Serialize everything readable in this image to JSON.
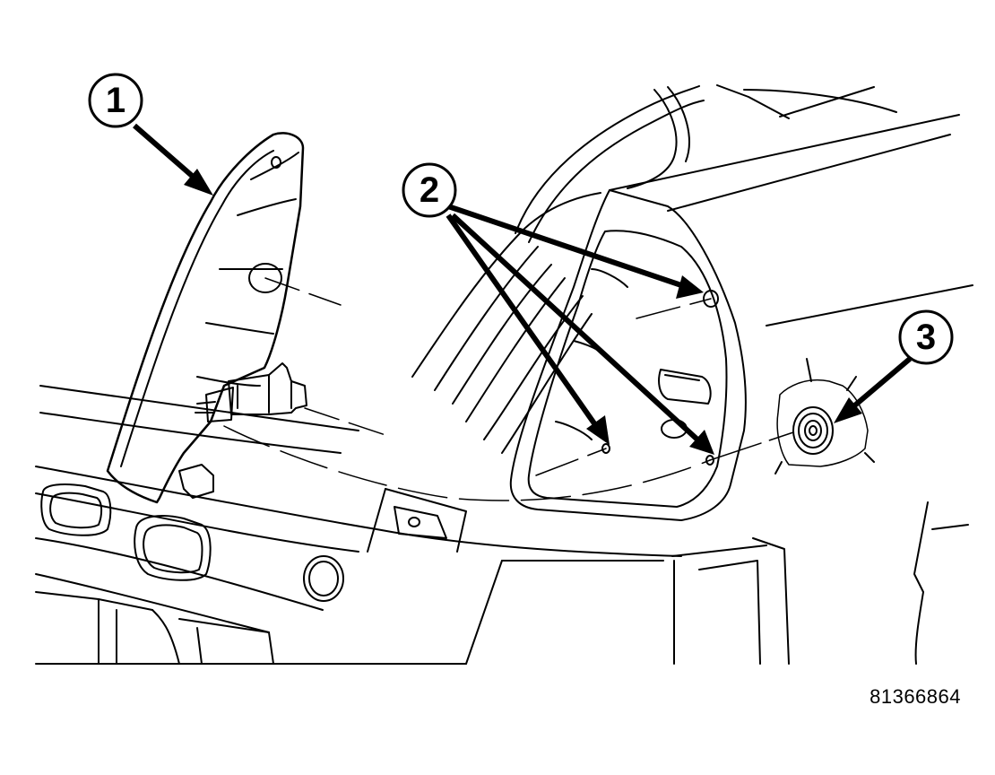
{
  "callouts": [
    {
      "label": "1"
    },
    {
      "label": "2"
    },
    {
      "label": "3"
    }
  ],
  "figure_id": "81366864",
  "colors": {
    "line": "#000000",
    "background": "#ffffff"
  }
}
